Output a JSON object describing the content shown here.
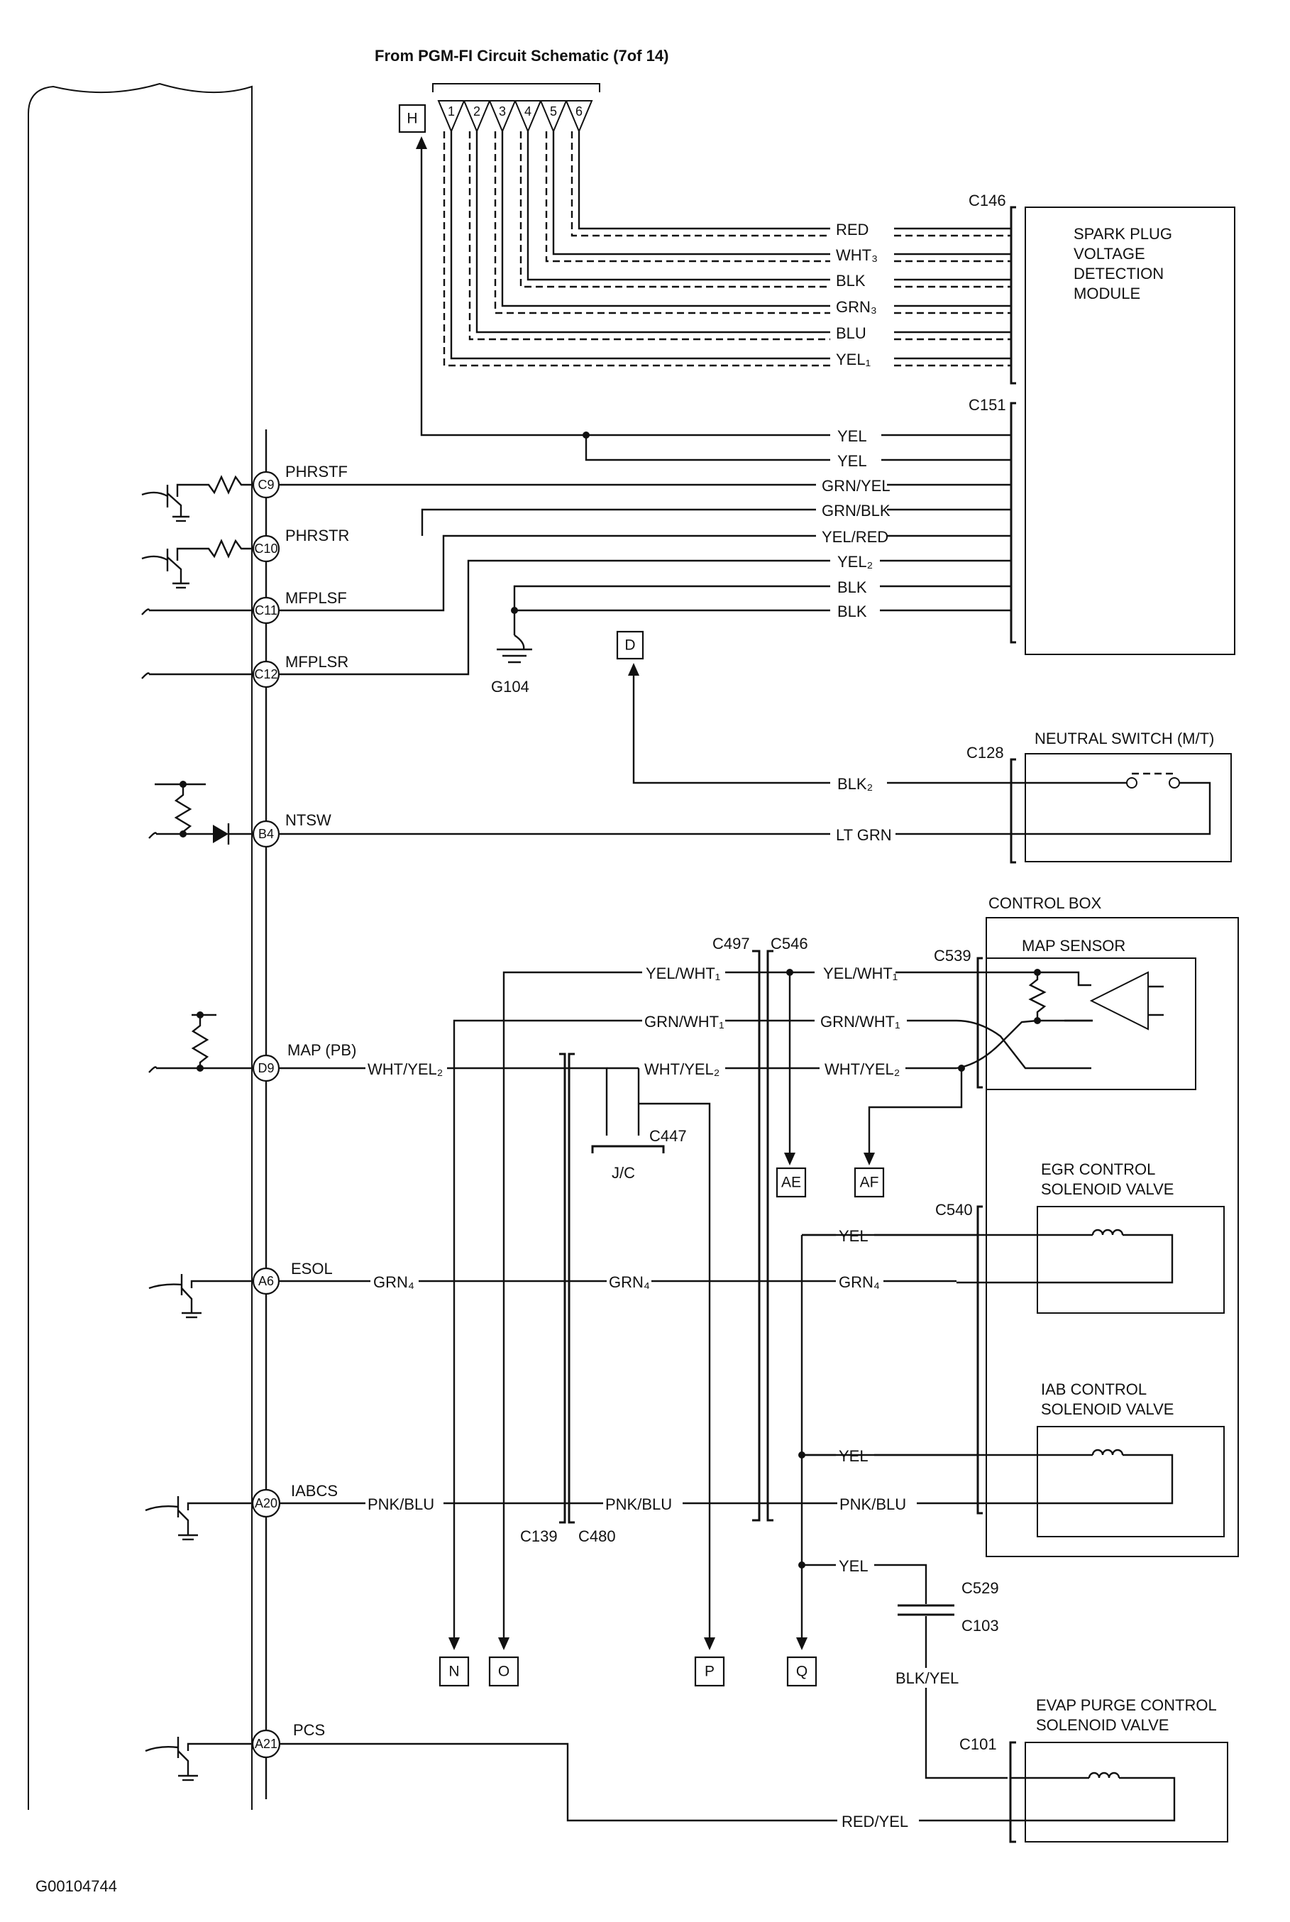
{
  "header": "From PGM-FI Circuit Schematic (7of 14)",
  "source_pins": [
    "1",
    "2",
    "3",
    "4",
    "5",
    "6"
  ],
  "figure_id": "G00104744",
  "ecm_pins": [
    {
      "pin": "C9",
      "signal": "PHRSTF"
    },
    {
      "pin": "C10",
      "signal": "PHRSTR"
    },
    {
      "pin": "C11",
      "signal": "MFPLSF"
    },
    {
      "pin": "C12",
      "signal": "MFPLSR"
    },
    {
      "pin": "B4",
      "signal": "NTSW"
    },
    {
      "pin": "D9",
      "signal": "MAP (PB)"
    },
    {
      "pin": "A6",
      "signal": "ESOL"
    },
    {
      "pin": "A20",
      "signal": "IABCS"
    },
    {
      "pin": "A21",
      "signal": "PCS"
    }
  ],
  "connectors": [
    "C146",
    "C151",
    "C128",
    "C497",
    "C546",
    "C539",
    "C447",
    "C540",
    "C139",
    "C480",
    "C529",
    "C103",
    "C101"
  ],
  "ground": "G104",
  "junction": "J/C",
  "ref_boxes": [
    "H",
    "D",
    "AE",
    "AF",
    "N",
    "O",
    "P",
    "Q"
  ],
  "components": {
    "spark_module": [
      "SPARK PLUG",
      "VOLTAGE",
      "DETECTION",
      "MODULE"
    ],
    "neutral_switch": "NEUTRAL SWITCH (M/T)",
    "control_box": "CONTROL BOX",
    "map_sensor": "MAP SENSOR",
    "egr_valve": [
      "EGR CONTROL",
      "SOLENOID VALVE"
    ],
    "iab_valve": [
      "IAB CONTROL",
      "SOLENOID VALVE"
    ],
    "evap_valve": [
      "EVAP PURGE CONTROL",
      "SOLENOID VALVE"
    ]
  },
  "wires": {
    "c146": [
      "RED",
      "WHT₃",
      "BLK",
      "GRN₃",
      "BLU",
      "YEL₁"
    ],
    "c151": [
      "YEL",
      "YEL",
      "GRN/YEL",
      "GRN/BLK",
      "YEL/RED",
      "YEL₂",
      "BLK",
      "BLK"
    ],
    "blk2": "BLK₂",
    "lt_grn": "LT GRN",
    "yel_wht": "YEL/WHT₁",
    "grn_wht": "GRN/WHT₁",
    "wht_yel": "WHT/YEL₂",
    "grn4": "GRN₄",
    "pnk_blu": "PNK/BLU",
    "yel": "YEL",
    "blk_yel": "BLK/YEL",
    "red_yel": "RED/YEL"
  }
}
